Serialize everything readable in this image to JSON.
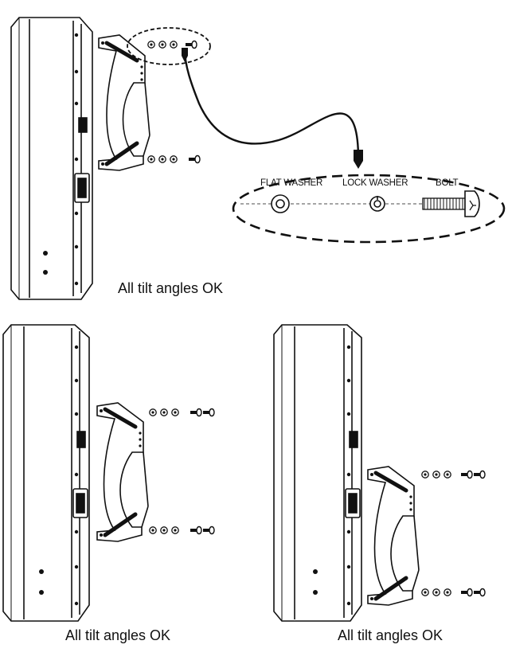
{
  "figure": {
    "captions": {
      "top": "All tilt angles OK",
      "bottom_left": "All tilt angles OK",
      "bottom_right": "All tilt angles OK"
    },
    "detail_labels": {
      "flat_washer": "FLAT WASHER",
      "lock_washer": "LOCK WASHER",
      "bolt": "BOLT"
    },
    "colors": {
      "line": "#111111",
      "background": "#ffffff",
      "caption": "#111111"
    }
  }
}
